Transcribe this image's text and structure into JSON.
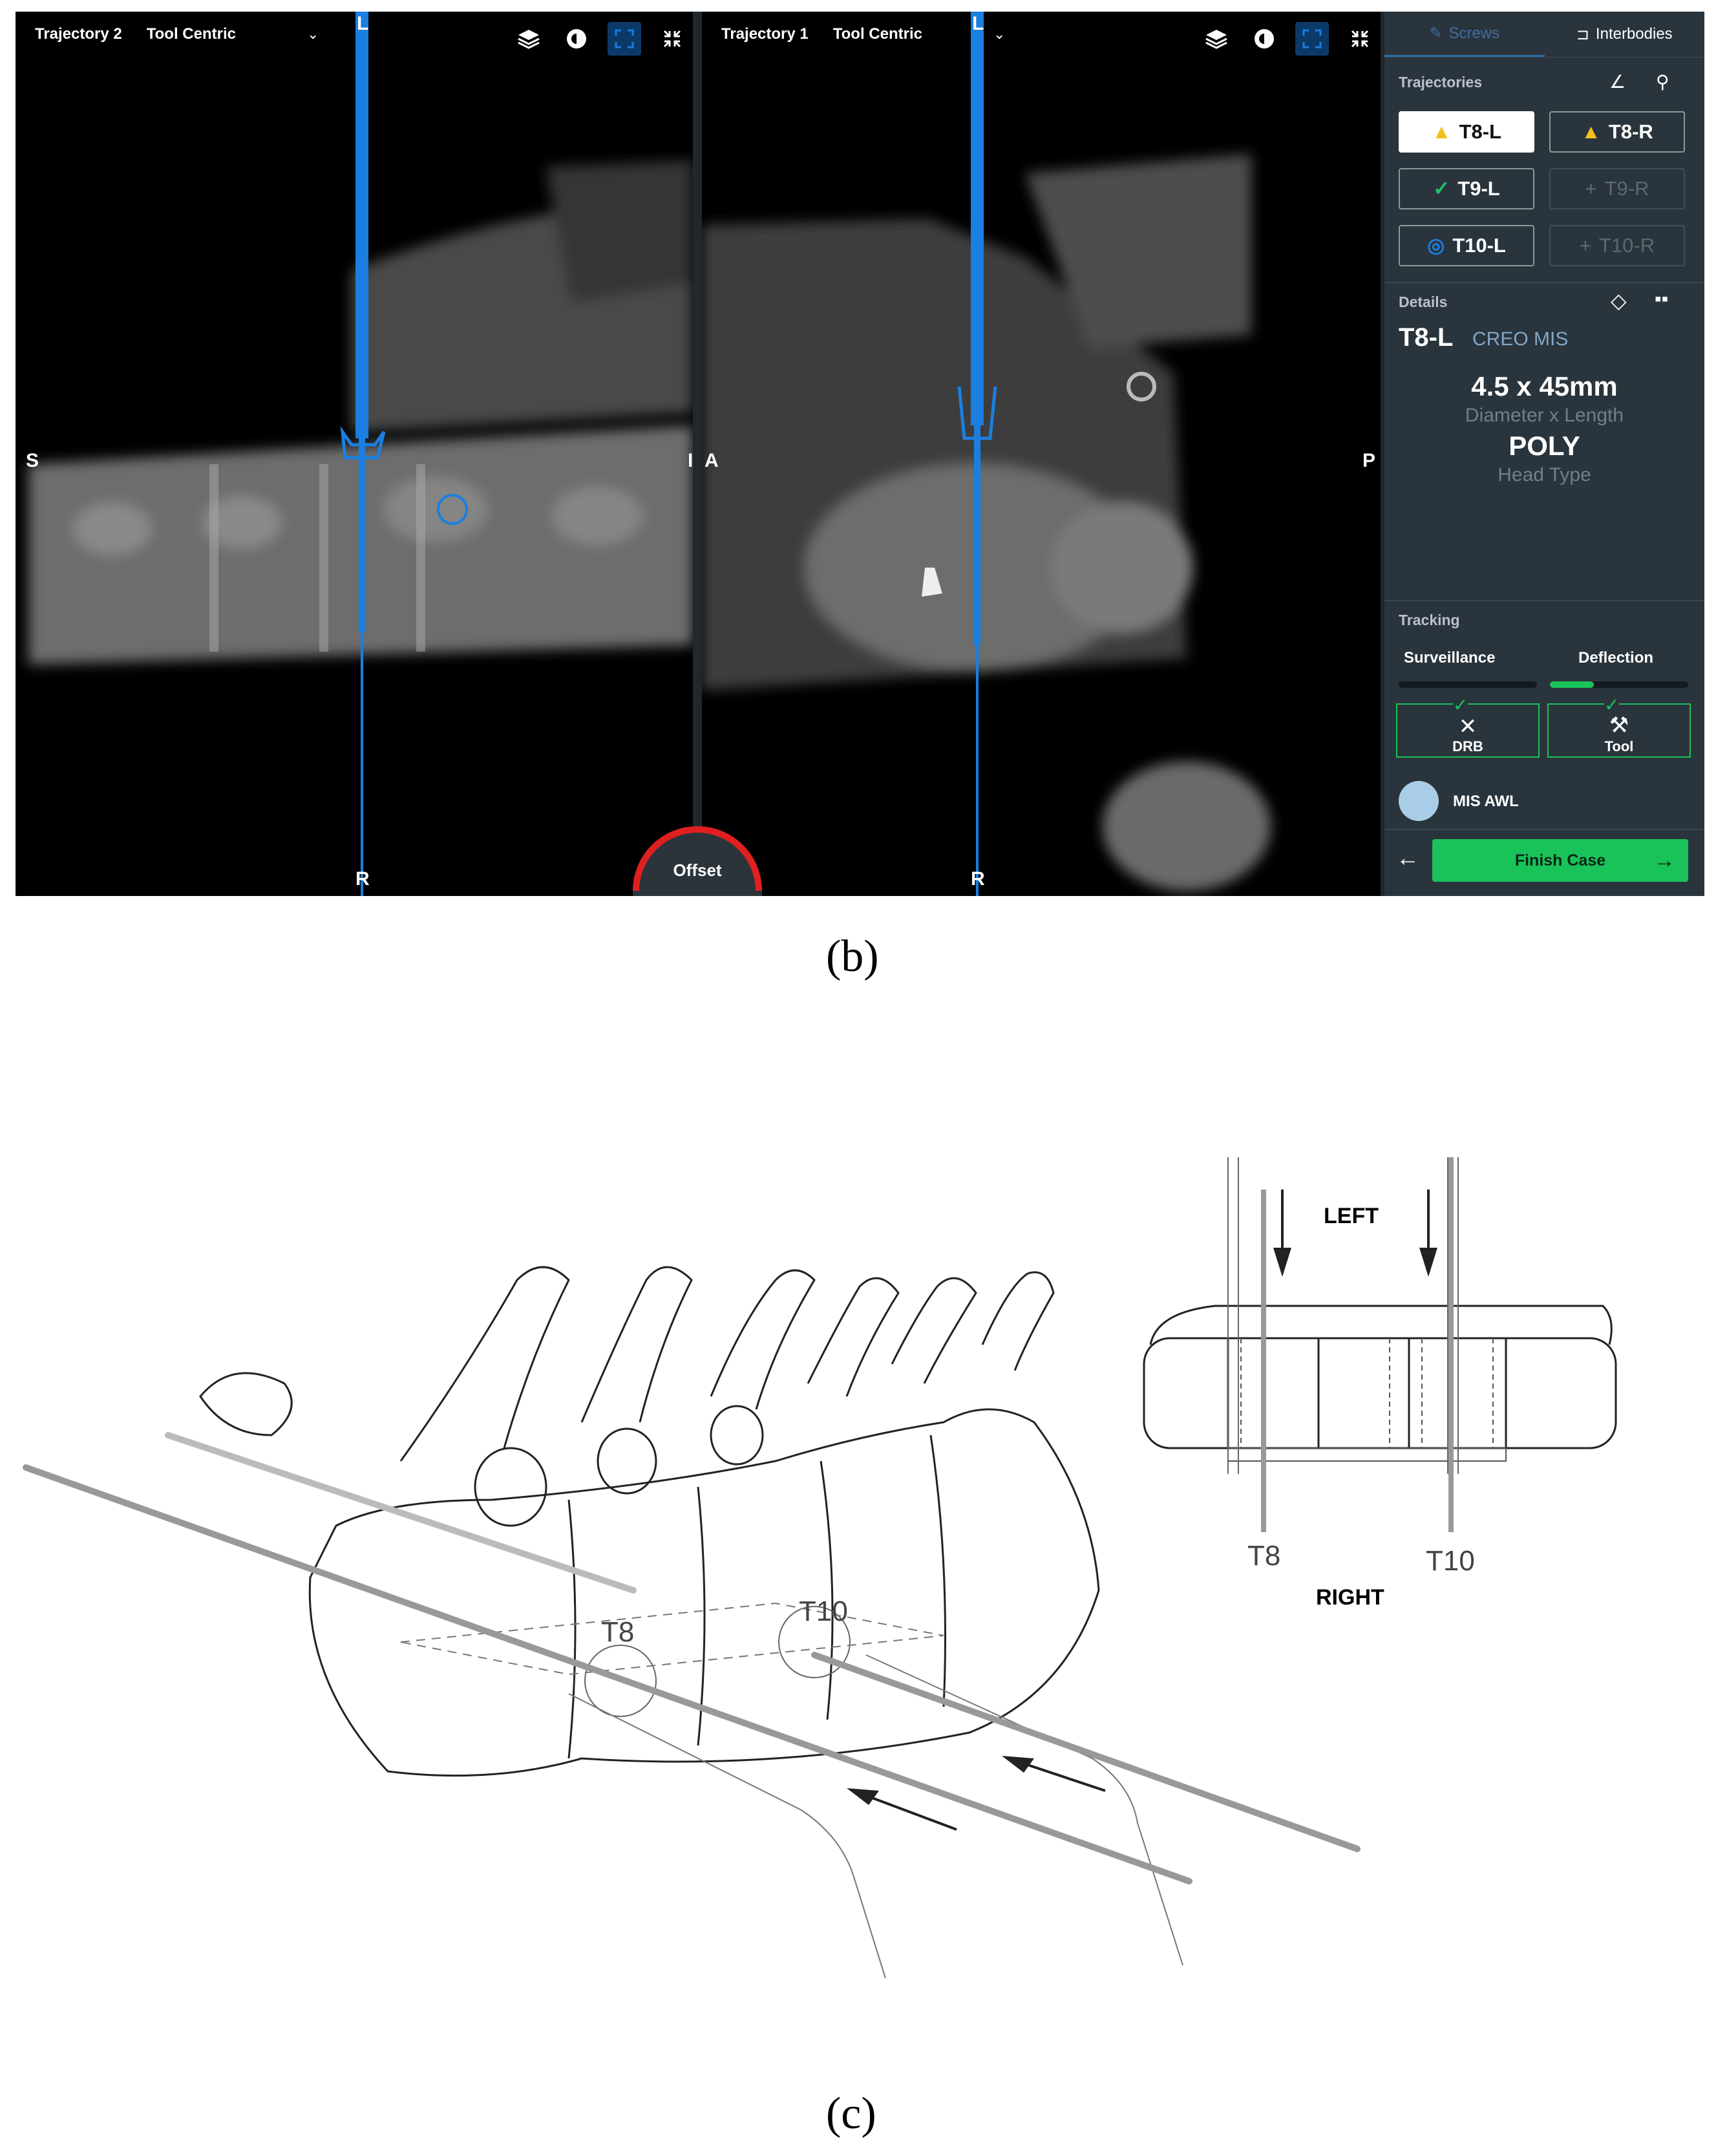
{
  "captions": {
    "b": "(b)",
    "c": "(c)"
  },
  "viewports": [
    {
      "title": "Trajectory 2",
      "mode": "Tool Centric",
      "orient_top": "L",
      "orient_bottom": "R",
      "orient_left": "S",
      "orient_right": "I"
    },
    {
      "title": "Trajectory 1",
      "mode": "Tool Centric",
      "orient_top": "L",
      "orient_bottom": "R",
      "orient_left": "A",
      "orient_right": "P"
    }
  ],
  "offset_label": "Offset",
  "panel": {
    "tabs": [
      "Screws",
      "Interbodies"
    ],
    "trajectories_title": "Trajectories",
    "trajectories": [
      "T8-L",
      "T8-R",
      "T9-L",
      "T9-R",
      "T10-L",
      "T10-R"
    ],
    "details_title": "Details",
    "screw_name": "T8-L",
    "screw_model": "CREO MIS",
    "dimension": "4.5 x 45mm",
    "dimension_label": "Diameter x Length",
    "head": "POLY",
    "head_label": "Head Type",
    "tracking_title": "Tracking",
    "surveillance_label": "Surveillance",
    "deflection_label": "Deflection",
    "deflection_level": 0.32,
    "drb_label": "DRB",
    "tool_label": "Tool",
    "instrument": "MIS AWL",
    "finish_label": "Finish Case"
  },
  "diagram": {
    "left_label": "LEFT",
    "right_label": "RIGHT",
    "t8": "T8",
    "t10": "T10"
  },
  "colors": {
    "accent_blue": "#1a7fe0",
    "finish_green": "#19c35a",
    "warning": "#f2c21b",
    "check": "#23c46a",
    "offset_red": "#e0201f"
  }
}
